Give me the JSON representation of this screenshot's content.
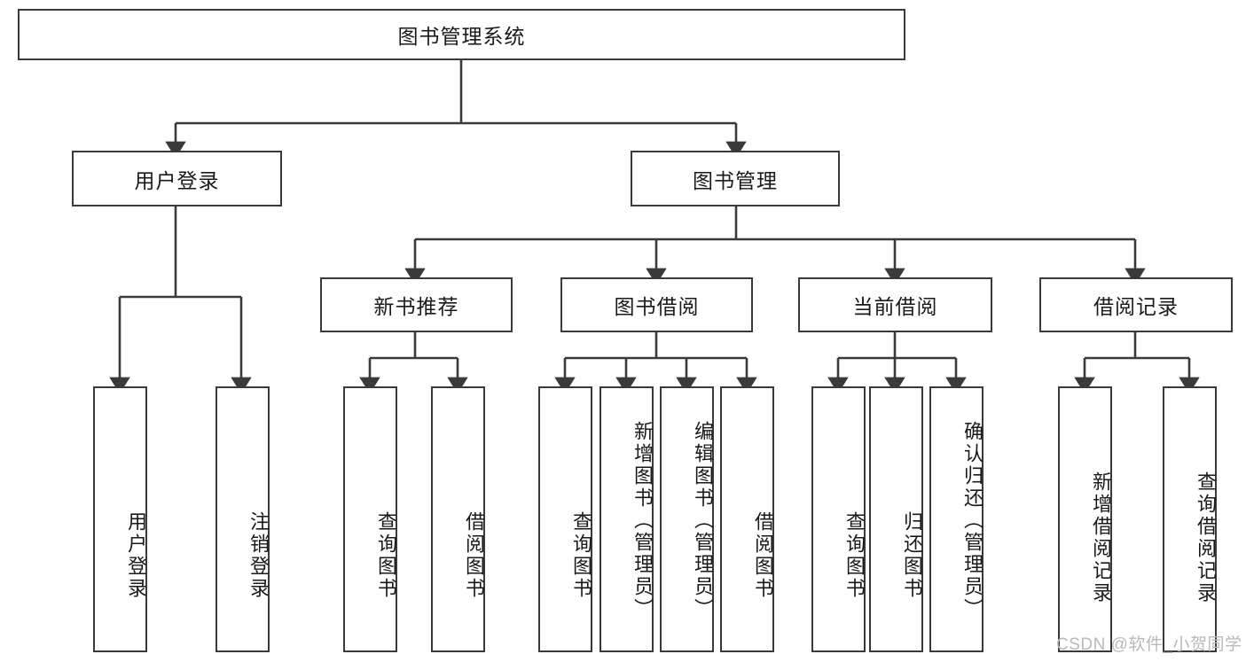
{
  "diagram": {
    "title": "图书管理系统",
    "type": "hierarchy-tree",
    "root": {
      "label": "图书管理系统",
      "orientation": "horizontal"
    },
    "level1": [
      {
        "label": "用户登录",
        "orientation": "horizontal"
      },
      {
        "label": "图书管理",
        "orientation": "horizontal"
      }
    ],
    "level2": [
      {
        "label": "新书推荐",
        "orientation": "horizontal",
        "parent": "图书管理"
      },
      {
        "label": "图书借阅",
        "orientation": "horizontal",
        "parent": "图书管理"
      },
      {
        "label": "当前借阅",
        "orientation": "horizontal",
        "parent": "图书管理"
      },
      {
        "label": "借阅记录",
        "orientation": "horizontal",
        "parent": "图书管理"
      }
    ],
    "leaves": [
      {
        "label": "用户登录",
        "orientation": "vertical",
        "parent": "用户登录"
      },
      {
        "label": "注销登录",
        "orientation": "vertical",
        "parent": "用户登录"
      },
      {
        "label": "查询图书",
        "orientation": "vertical",
        "parent": "新书推荐"
      },
      {
        "label": "借阅图书",
        "orientation": "vertical",
        "parent": "新书推荐"
      },
      {
        "label": "查询图书",
        "orientation": "vertical",
        "parent": "图书借阅"
      },
      {
        "label": "新增图书（管理员）",
        "orientation": "vertical",
        "parent": "图书借阅"
      },
      {
        "label": "编辑图书（管理员）",
        "orientation": "vertical",
        "parent": "图书借阅"
      },
      {
        "label": "借阅图书",
        "orientation": "vertical",
        "parent": "图书借阅"
      },
      {
        "label": "查询图书",
        "orientation": "vertical",
        "parent": "当前借阅"
      },
      {
        "label": "归还图书",
        "orientation": "vertical",
        "parent": "当前借阅"
      },
      {
        "label": "确认归还（管理员）",
        "orientation": "vertical",
        "parent": "当前借阅"
      },
      {
        "label": "新增借阅记录",
        "orientation": "vertical",
        "parent": "借阅记录"
      },
      {
        "label": "查询借阅记录",
        "orientation": "vertical",
        "parent": "借阅记录"
      }
    ],
    "watermark": "CSDN @软件_小贺同学",
    "colors": {
      "stroke": "#3a3a3a",
      "fill": "#ffffff",
      "text": "#1a1a1a",
      "watermark": "#b9b9b9"
    }
  }
}
